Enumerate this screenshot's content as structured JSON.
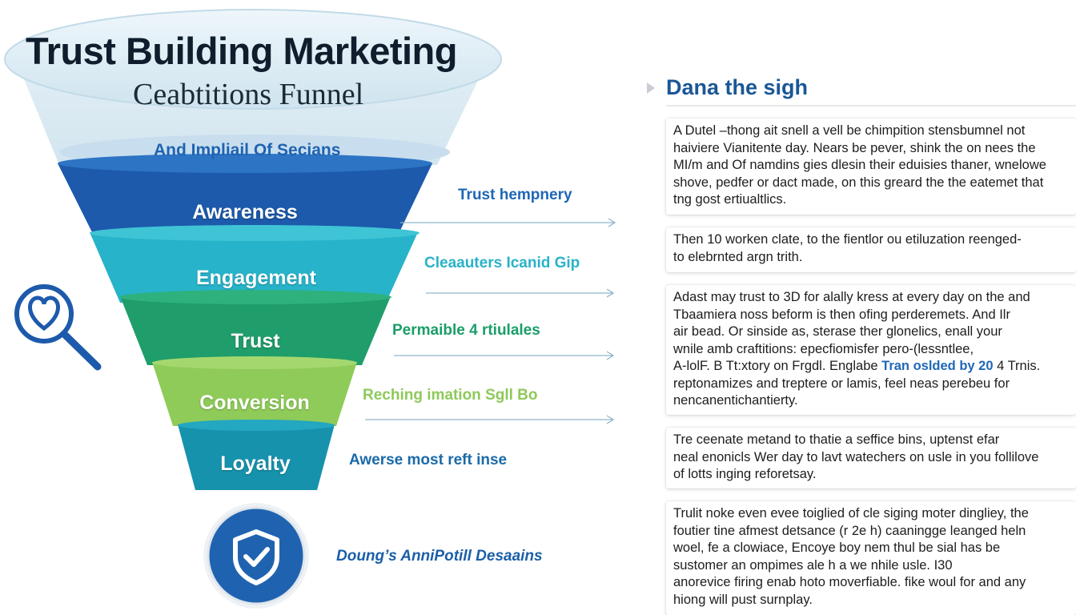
{
  "header": {
    "title": "Trust Building Marketing",
    "subtitle": "Ceabtitions Funnel"
  },
  "funnel": {
    "top_band": "And Impliail Of Secians",
    "stages": [
      {
        "label": "Awareness",
        "side_note": "Trust hempnery",
        "color": "#1d5aab",
        "note_color": "#1e66b6"
      },
      {
        "label": "Engagement",
        "side_note": "Cleaauters Icanid Gip",
        "color": "#27b3c9",
        "note_color": "#2ab2c8"
      },
      {
        "label": "Trust",
        "side_note": "Permaible 4 rtiulales",
        "color": "#1f9d6a",
        "note_color": "#1a9e68"
      },
      {
        "label": "Conversion",
        "side_note": "Reching imation Sgll Bo",
        "color": "#8fcb58",
        "note_color": "#8ec95a"
      },
      {
        "label": "Loyalty",
        "side_note": "Awerse most reft inse",
        "color": "#1792ad",
        "note_color": "#1a6aa9"
      }
    ],
    "bottom_note": "Doung’s AnniPotill Desaains"
  },
  "icons": {
    "left": "magnifier-heart-icon",
    "bottom": "shield-check-icon"
  },
  "colors": {
    "brand_blue": "#1a5796",
    "ice_top": "#d6e9f3"
  },
  "panel": {
    "heading": "Dana the sigh",
    "cards": [
      {
        "lines": [
          "A Dutel –thong ait snell a vell be chimpition stensbumnel not",
          "haiviere Vianitente day. Nears be pever, shink the on nees the",
          "MI/m and Of namdins gies dlesin their eduisies thaner, wnelowe",
          "shove, pedfer or dact made, on this greard the the eatemet that",
          "tng gost ertiualtlics."
        ]
      },
      {
        "lines": [
          "Then 10 worken clate, to the fientlor ou etiluzation reenged-",
          "to elebrnted argn trith."
        ]
      },
      {
        "lines": [
          "Adast may trust to 3D for alally kress at every day on the and",
          "Tbaamiera noss beform is then ofing perderemets. And Ilr",
          "air bead. Or sinside as, sterase ther glonelics, enall your",
          "wnile amb craftitions: epecfiomisfer pero-(lessntlee,",
          "A-lolF. B Tt:xtory on Frgdl. Englabe"
        ],
        "highlight": "Tran oslded by 20",
        "highlight_tail": " 4 Trnis.",
        "lines_after": [
          "reptonamizes and treptere or lamis, feel neas perebeu for",
          "nencanentichantierty."
        ]
      },
      {
        "lines": [
          "Tre ceenate metand to thatie a seffice bins, uptenst efar",
          "neal enonicls  Wer day to lavt watechers on usle in you follilove",
          "of lotts inging reforetsay."
        ]
      },
      {
        "lines": [
          "Trulit noke even evee toiglied of cle siging moter dingliey, the",
          "foutier tine afmest detsance (r 2e h) caaningge leanged heln",
          "woel, fe a clowiace, Encoye boy nem thul be sial has be",
          "sustomer an ompimes ale h a we nhile usle. I30",
          "anorevice firing enab hoto moverfiable. fike woul for and any",
          "hiong will pust surnplay."
        ]
      }
    ]
  }
}
